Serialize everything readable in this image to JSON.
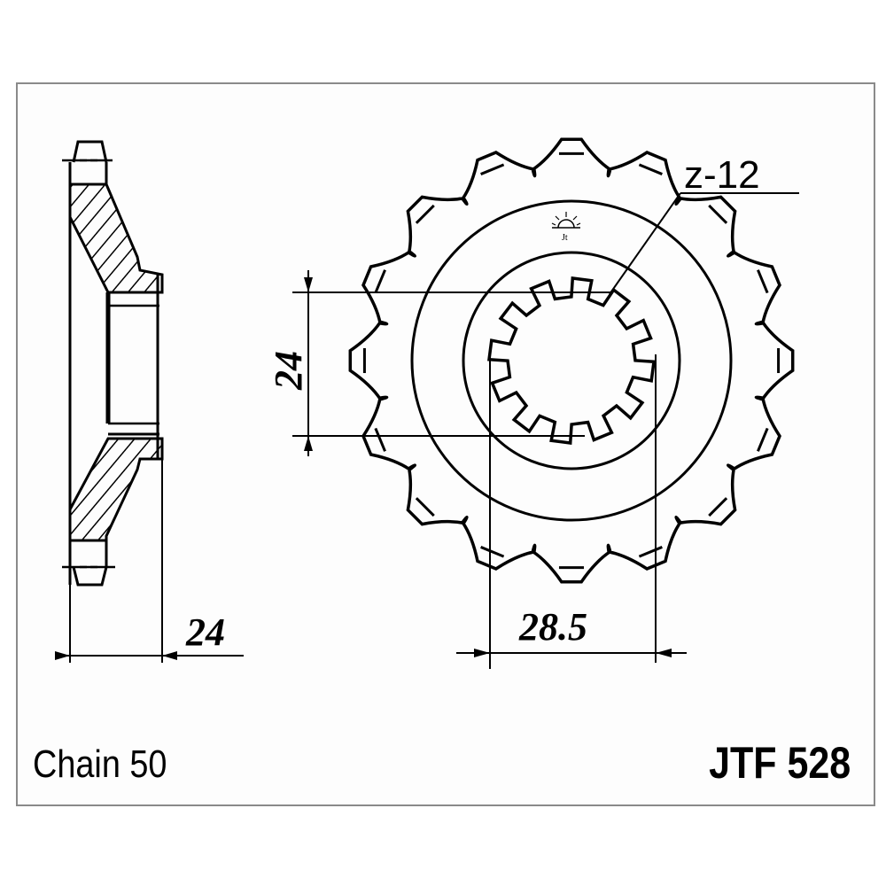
{
  "drawing": {
    "type": "sprocket technical drawing",
    "teeth_count_label": "z-12",
    "dimensions": {
      "spline_diameter": "24",
      "hub_width": "24",
      "spline_width": "28.5"
    }
  },
  "footer": {
    "chain": "Chain 50",
    "part_number": "JTF 528"
  },
  "colors": {
    "frame": "#8a8a8a",
    "ink": "#000000",
    "background": "#ffffff"
  }
}
